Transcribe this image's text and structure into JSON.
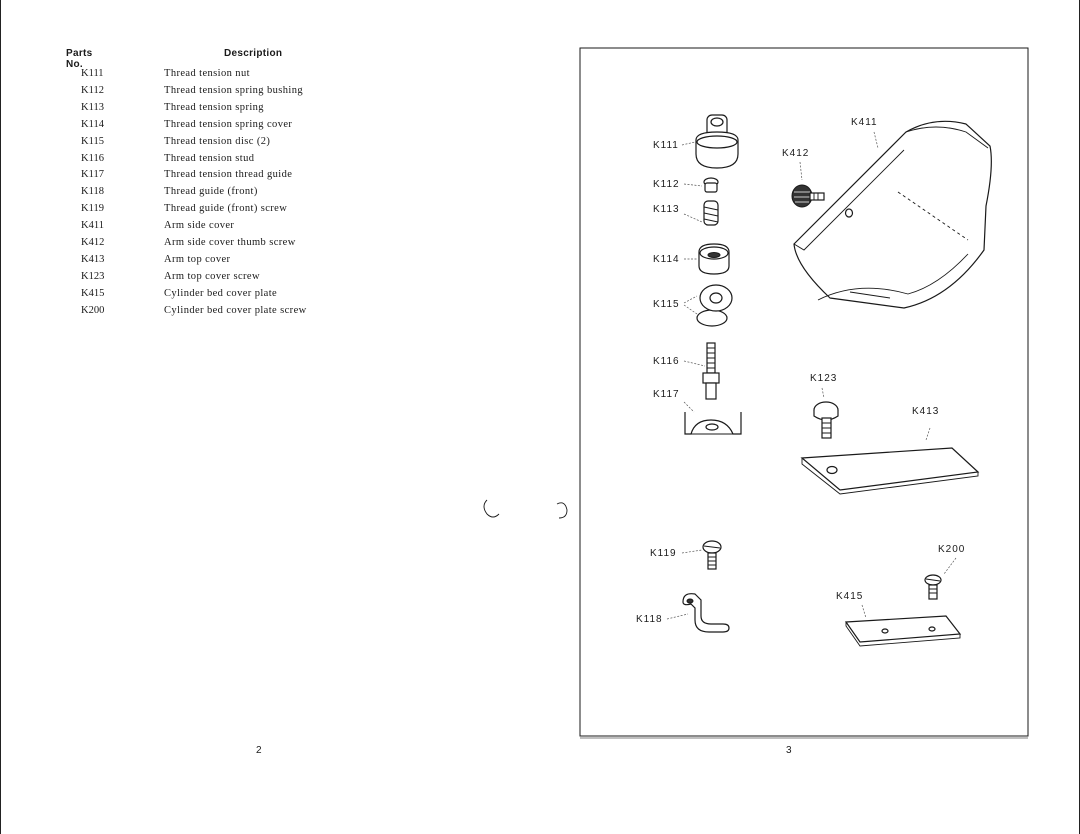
{
  "table": {
    "header_part_no": "Parts No.",
    "header_description": "Description",
    "rows": [
      {
        "part_no": "K111",
        "description": "Thread tension nut"
      },
      {
        "part_no": "K112",
        "description": "Thread tension spring bushing"
      },
      {
        "part_no": "K113",
        "description": "Thread tension spring"
      },
      {
        "part_no": "K114",
        "description": "Thread tension spring cover"
      },
      {
        "part_no": "K115",
        "description": "Thread tension disc (2)"
      },
      {
        "part_no": "K116",
        "description": "Thread tension stud"
      },
      {
        "part_no": "K117",
        "description": "Thread tension thread guide"
      },
      {
        "part_no": "K118",
        "description": "Thread guide (front)"
      },
      {
        "part_no": "K119",
        "description": "Thread guide (front) screw"
      },
      {
        "part_no": "K411",
        "description": "Arm side cover"
      },
      {
        "part_no": "K412",
        "description": "Arm side cover thumb screw"
      },
      {
        "part_no": "K413",
        "description": "Arm top cover"
      },
      {
        "part_no": "K123",
        "description": "Arm top cover screw"
      },
      {
        "part_no": "K415",
        "description": "Cylinder bed cover plate"
      },
      {
        "part_no": "K200",
        "description": "Cylinder bed cover plate screw"
      }
    ]
  },
  "figure_labels": {
    "k111": "K111",
    "k112": "K112",
    "k113": "K113",
    "k114": "K114",
    "k115": "K115",
    "k116": "K116",
    "k117": "K117",
    "k118": "K118",
    "k119": "K119",
    "k411": "K411",
    "k412": "K412",
    "k413": "K413",
    "k123": "K123",
    "k415": "K415",
    "k200": "K200"
  },
  "page_numbers": {
    "left": "2",
    "right": "3"
  }
}
